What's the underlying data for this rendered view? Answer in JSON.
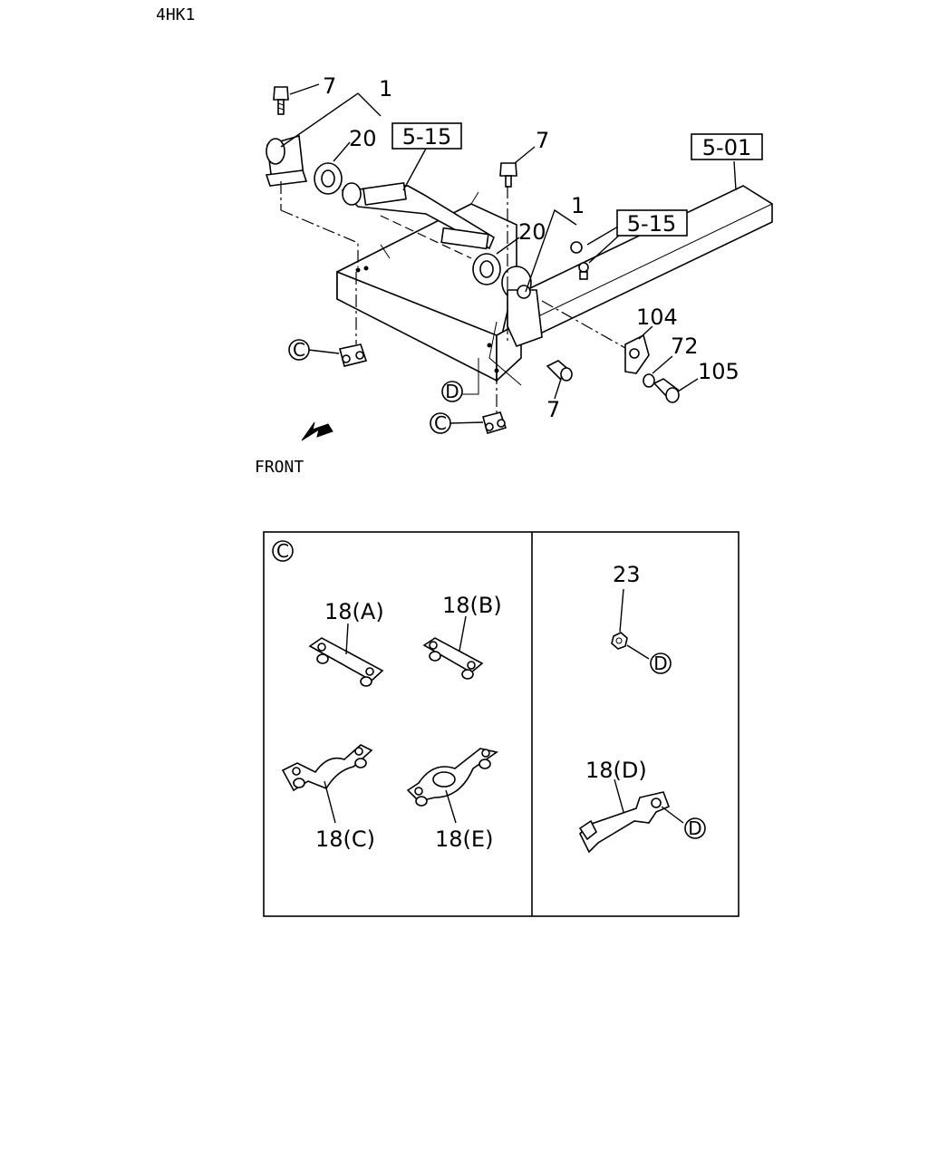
{
  "model_code": "4HK1",
  "front_label": "FRONT",
  "callouts": {
    "bolt_top_left": "7",
    "bracket_top_left": "1",
    "bushing_left": "20",
    "ref_box_left": "5-15",
    "bolt_top_mid": "7",
    "ref_box_right_top": "5-01",
    "bracket_mid": "1",
    "bushing_mid": "20",
    "ref_box_mid": "5-15",
    "clip": "104",
    "washer": "72",
    "bolt_right": "105",
    "bolt_bottom": "7"
  },
  "circle_refs": {
    "c_left": "C",
    "c_bottom": "C",
    "d_bottom": "D",
    "panel_c": "C",
    "panel_d1": "D",
    "panel_d2": "D"
  },
  "detail_panel": {
    "part_18a": "18(A)",
    "part_18b": "18(B)",
    "part_18c": "18(C)",
    "part_18e": "18(E)",
    "nut": "23",
    "part_18d": "18(D)"
  }
}
